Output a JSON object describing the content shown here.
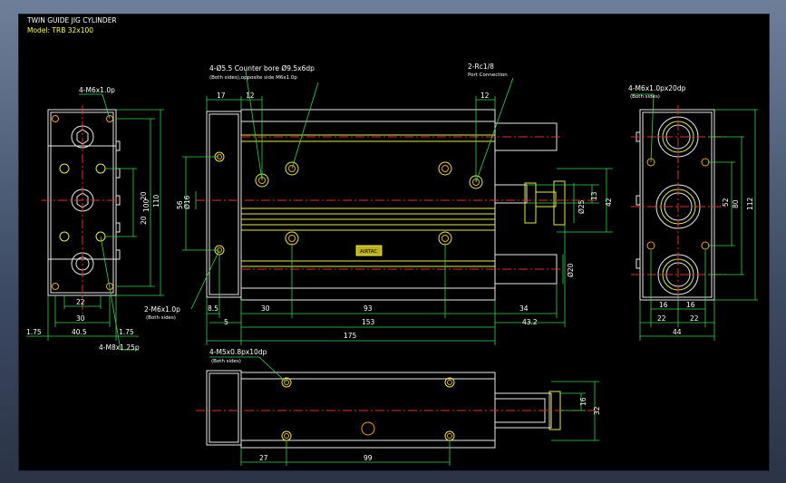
{
  "title": {
    "line1": "TWIN GUIDE JIG CYLINDER",
    "line2": "Model: TRB 32x100"
  },
  "callouts": {
    "left_top": "4-M6x1.0p",
    "left_mid": "2-M6x1.0p",
    "left_mid_sub": "(Both sides)",
    "left_bottom": "4-M8x1.25p",
    "front_holes": "4-Ø5.5  Counter bore Ø9.5x6dp",
    "front_holes_sub": "(Both sides),opposite side M6x1.0p",
    "port": "2-Rc1/8",
    "port_sub": "Port Connection",
    "right_top": "4-M6x1.0px20dp",
    "right_top_sub": "(Both sides)",
    "bottom_holes": "4-M5x0.8px10dp",
    "bottom_holes_sub": "(Both sides)"
  },
  "dims": {
    "d17": "17",
    "d12a": "12",
    "d12b": "12",
    "d56": "56",
    "d16a": "Ø16",
    "d85": "8.5",
    "d30a": "30",
    "d93": "93",
    "d34": "34",
    "d5": "5",
    "d153": "153",
    "d432": "43.2",
    "d175": "175",
    "d13": "13",
    "d25": "Ø25",
    "d42": "42",
    "d20r": "Ø20",
    "d22a": "22",
    "d30b": "30",
    "d405": "40.5",
    "d175l": "1.75",
    "d175r": "1.75",
    "d20a": "20",
    "d20b": "20",
    "d100": "100",
    "d110": "110",
    "d16b": "16",
    "d16c": "16",
    "d22b": "22",
    "d22c": "22",
    "d44": "44",
    "d52": "52",
    "d80": "80",
    "d112": "112",
    "d27": "27",
    "d99": "99",
    "d16d": "16",
    "d32": "32"
  },
  "logo_text": "AIRTAC"
}
